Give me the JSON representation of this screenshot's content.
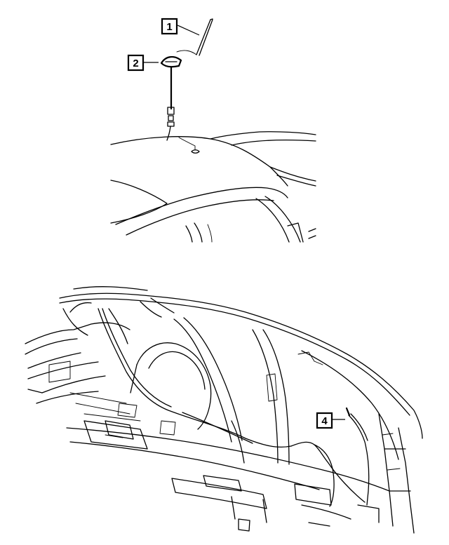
{
  "diagram": {
    "callouts": [
      {
        "id": "callout-1",
        "label": "1",
        "part": "antenna-mast"
      },
      {
        "id": "callout-2",
        "label": "2",
        "part": "antenna-base-and-cable"
      },
      {
        "id": "callout-3",
        "label": "4",
        "part": "antenna-cable-lead"
      }
    ],
    "colors": {
      "line": "#000000",
      "background": "#ffffff"
    }
  }
}
